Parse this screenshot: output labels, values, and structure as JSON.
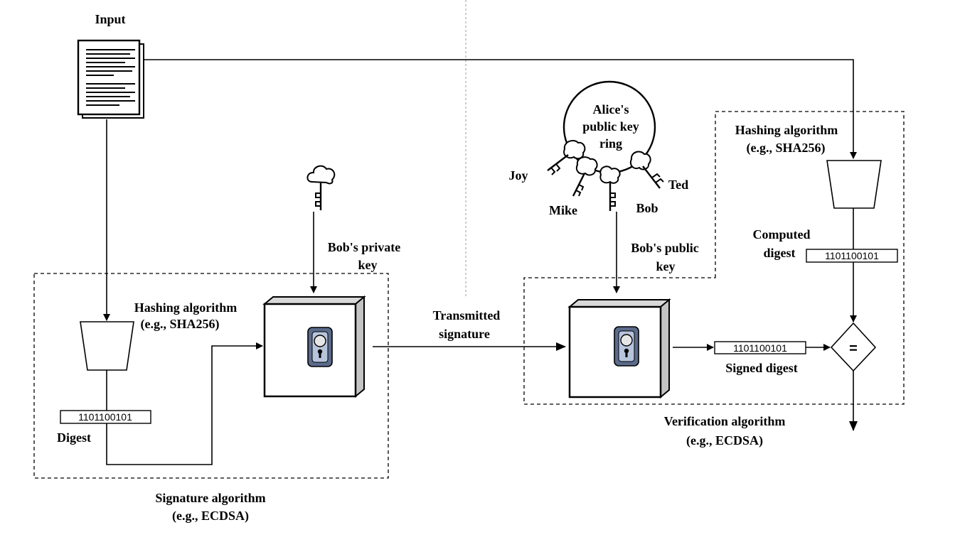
{
  "input_label": "Input",
  "sign": {
    "hash_title": "Hashing algorithm",
    "hash_example": "(e.g., SHA256)",
    "digest_bits": "1101100101",
    "digest_label": "Digest",
    "private_key_l1": "Bob's private",
    "private_key_l2": "key",
    "algo_title": "Signature algorithm",
    "algo_example": "(e.g., ECDSA)"
  },
  "transmitted_l1": "Transmitted",
  "transmitted_l2": "signature",
  "keyring": {
    "l1": "Alice's",
    "l2": "public key",
    "l3": "ring",
    "names": [
      "Joy",
      "Mike",
      "Bob",
      "Ted"
    ]
  },
  "verify": {
    "public_key_l1": "Bob's public",
    "public_key_l2": "key",
    "hash_title": "Hashing algorithm",
    "hash_example": "(e.g., SHA256)",
    "computed_l1": "Computed",
    "computed_l2": "digest",
    "computed_bits": "1101100101",
    "signed_bits": "1101100101",
    "signed_label": "Signed digest",
    "compare_symbol": "=",
    "algo_title": "Verification algorithm",
    "algo_example": "(e.g., ECDSA)"
  }
}
